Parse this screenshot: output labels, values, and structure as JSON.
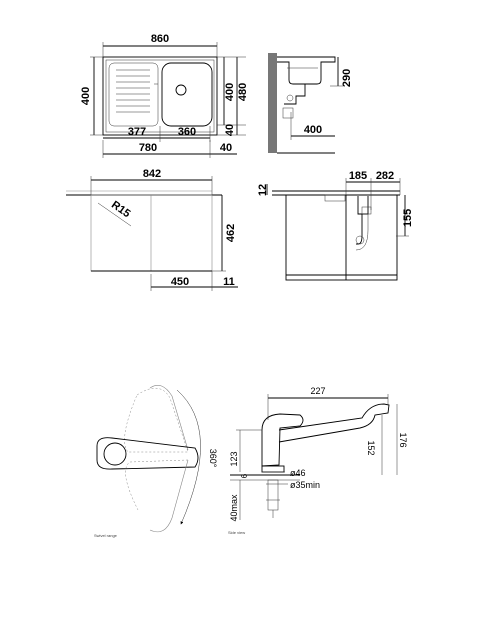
{
  "sink_top": {
    "width": "860",
    "depth": "400",
    "bowl_width": "377",
    "drainer_width": "360",
    "cutout_width": "780",
    "cutout_depth": "400",
    "overall_depth": "480",
    "offset_bottom": "40",
    "offset_right": "40"
  },
  "sink_side": {
    "bowl_depth": "290",
    "waste_offset": "400"
  },
  "cabinet_plan": {
    "width": "842",
    "radius": "R15",
    "depth": "462",
    "bowl_offset": "450",
    "edge": "11"
  },
  "cabinet_side": {
    "thickness": "12",
    "gap": "185",
    "to_waste": "282",
    "height": "155"
  },
  "tap_swivel": {
    "angle": "360°",
    "caption": "Swivel range"
  },
  "tap_side": {
    "reach": "227",
    "height_total": "176",
    "height_spout": "152",
    "height_body": "123",
    "base": "6",
    "hole_d": "ø46",
    "hole_min": "ø35min",
    "max_thickness": "40max",
    "caption": "Side view"
  }
}
